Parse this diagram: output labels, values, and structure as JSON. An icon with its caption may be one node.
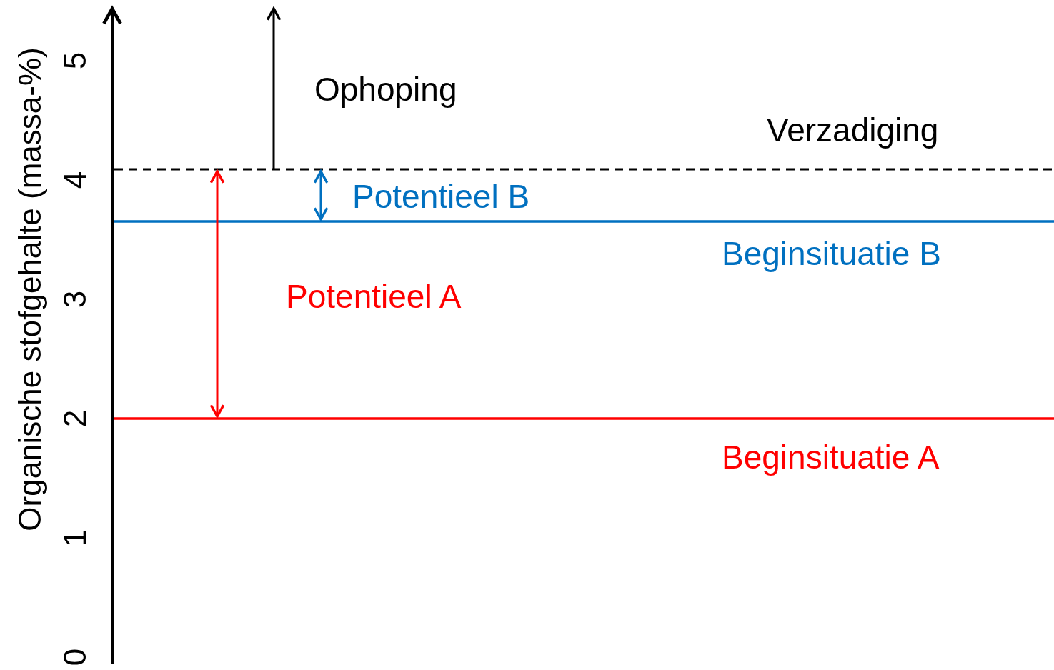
{
  "diagram": {
    "labels": [
      "Organische stofgehalte (massa-%)",
      "5",
      "Ophoping",
      "Verzadiging",
      "4",
      "Potentieel B",
      "Beginsituatie B",
      "3",
      "Potentieel A",
      "2",
      "Beginsituatie A",
      "1",
      "0"
    ]
  }
}
